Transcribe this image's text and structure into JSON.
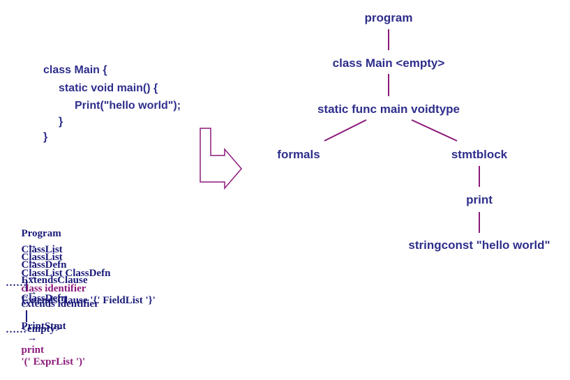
{
  "code": {
    "lines": [
      "class Main {",
      "static void main() {",
      "Print(\"hello world\");",
      "}",
      "}"
    ]
  },
  "tree": {
    "nodes": {
      "program": "program",
      "class_main": "class Main <empty>",
      "static_func": "static func main voidtype",
      "formals": "formals",
      "stmtblock": "stmtblock",
      "print": "print",
      "stringconst": "stringconst \"hello world\""
    },
    "colors": {
      "node_text": "#2e2e8c",
      "edge": "#8c1a7a",
      "arrow": "#8c1a7a"
    }
  },
  "grammar": {
    "arrow": "→",
    "rules": [
      {
        "lhs": "Program",
        "rhs": "ClassList"
      },
      {
        "lhs": "ClassList",
        "rhs_a": "ClassList ClassDefn",
        "rhs_b": "ClassDefn"
      },
      {
        "lhs": "ClassDefn",
        "kw": "class identifier",
        "rhs_rest": "ExtendsClause '{' FieldList '}'"
      },
      {
        "lhs": "ExtendsClause",
        "rhs_a": "extends identifier",
        "rhs_b": "<empty>"
      },
      {
        "ellipsis": "……"
      },
      {
        "lhs": "PrintStmt",
        "kw": "print",
        "rhs_rest": "'(' ExprList ')'"
      },
      {
        "ellipsis": "……"
      }
    ]
  }
}
